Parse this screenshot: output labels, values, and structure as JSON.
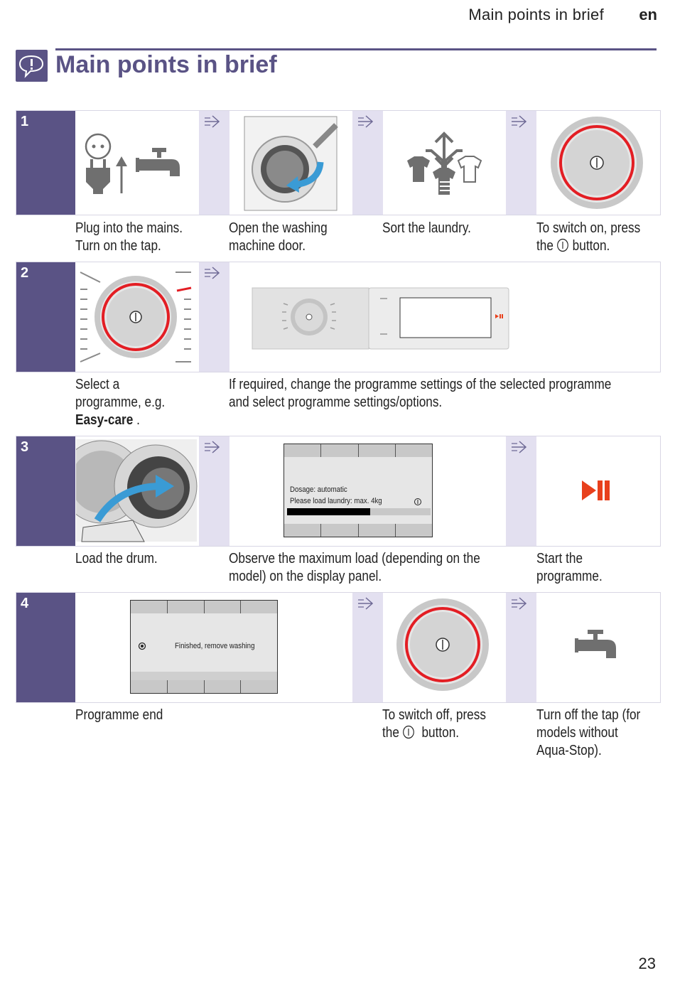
{
  "header": {
    "running_title": "Main points in brief",
    "language": "en"
  },
  "chapter": {
    "title": "Main points in brief",
    "icon": "info-speech-bubble-icon"
  },
  "steps": [
    {
      "number": "1",
      "captions": [
        "Plug into the mains.",
        "Turn on the tap.",
        "Open the washing",
        "machine door.",
        "Sort the laundry.",
        "To switch on, press",
        "the",
        "button."
      ]
    },
    {
      "number": "2",
      "captions": [
        "Select a",
        "programme, e.g.",
        "Easy-care",
        ".",
        "If required, change the programme settings of the selected programme",
        "and select programme settings/options."
      ]
    },
    {
      "number": "3",
      "captions": [
        "Load the drum.",
        "Observe the maximum load (depending on the",
        "model) on the display panel.",
        "Start the",
        "programme."
      ],
      "display": {
        "line1": "Dosage: automatic",
        "line2": "Please load laundry: max. 4kg",
        "progress": 0.58
      }
    },
    {
      "number": "4",
      "captions": [
        "Programme end",
        "To switch off, press",
        "the",
        "button.",
        "Turn off the tap (for",
        "models without",
        "Aqua-Stop)."
      ],
      "display": {
        "line1": "Finished, remove washing"
      }
    }
  ],
  "colors": {
    "brand": "#5a5385",
    "arrow_column": "#e3e0f0",
    "dial_ring": "#e31e24",
    "start_button": "#e8401c"
  },
  "page_number": "23"
}
